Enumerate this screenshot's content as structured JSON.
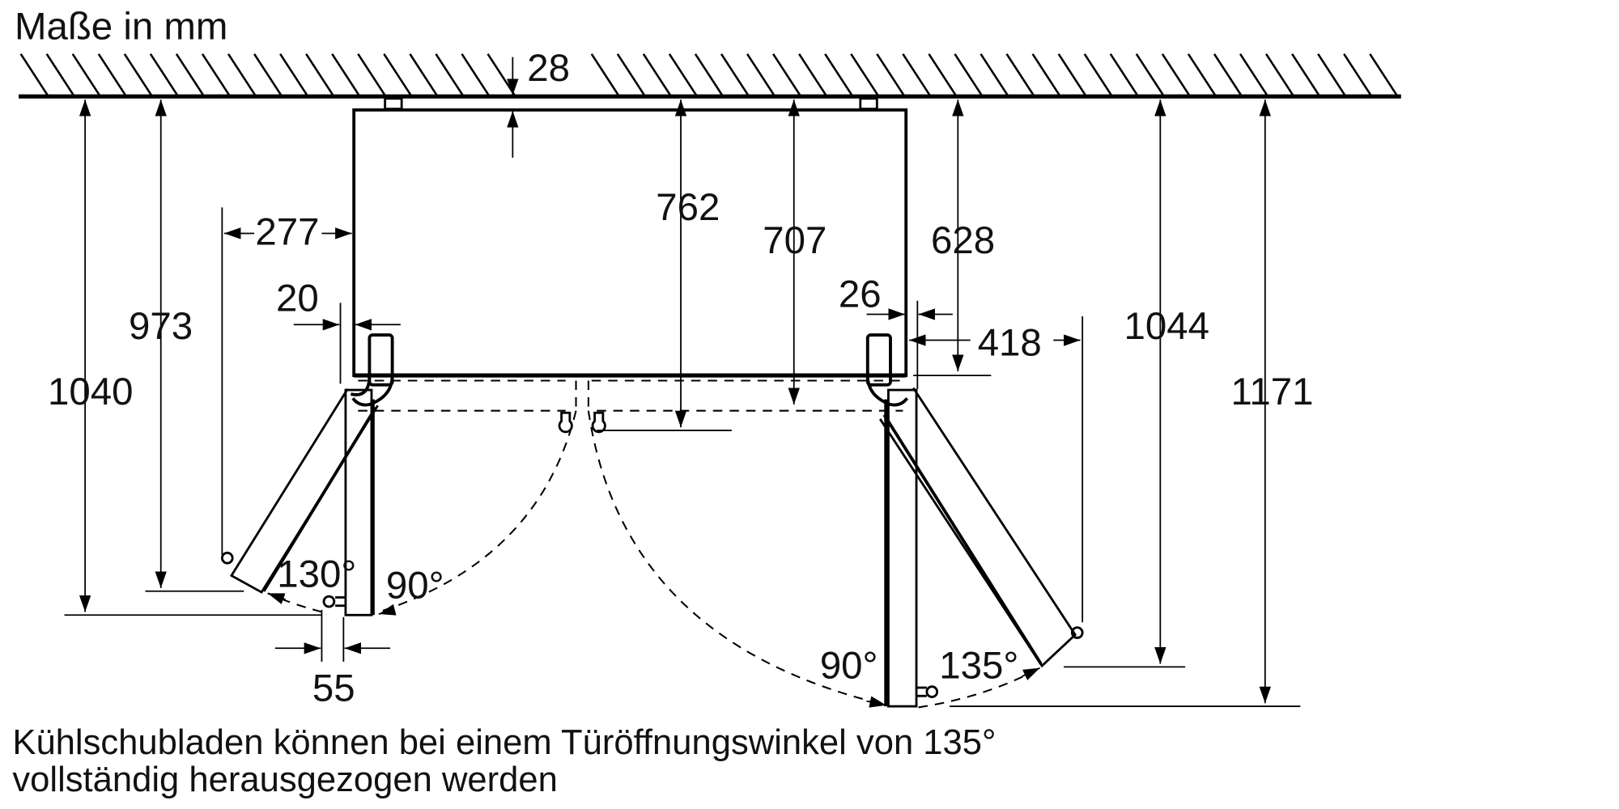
{
  "title": "Maße in mm",
  "dimensions": {
    "wall_gap": "28",
    "depth_total": "762",
    "depth_body": "707",
    "depth_628": "628",
    "left_swing": "277",
    "left_offset": "20",
    "right_offset": "26",
    "right_swing": "418",
    "left_973": "973",
    "left_1040": "1040",
    "right_1044": "1044",
    "right_1171": "1171",
    "hinge_55": "55"
  },
  "angles": {
    "left_open": "130°",
    "left_90": "90°",
    "right_90": "90°",
    "right_open": "135°"
  },
  "caption": {
    "line1": "Kühlschubladen können bei einem Türöffnungswinkel von 135°",
    "line2": "vollständig herausgezogen werden"
  }
}
